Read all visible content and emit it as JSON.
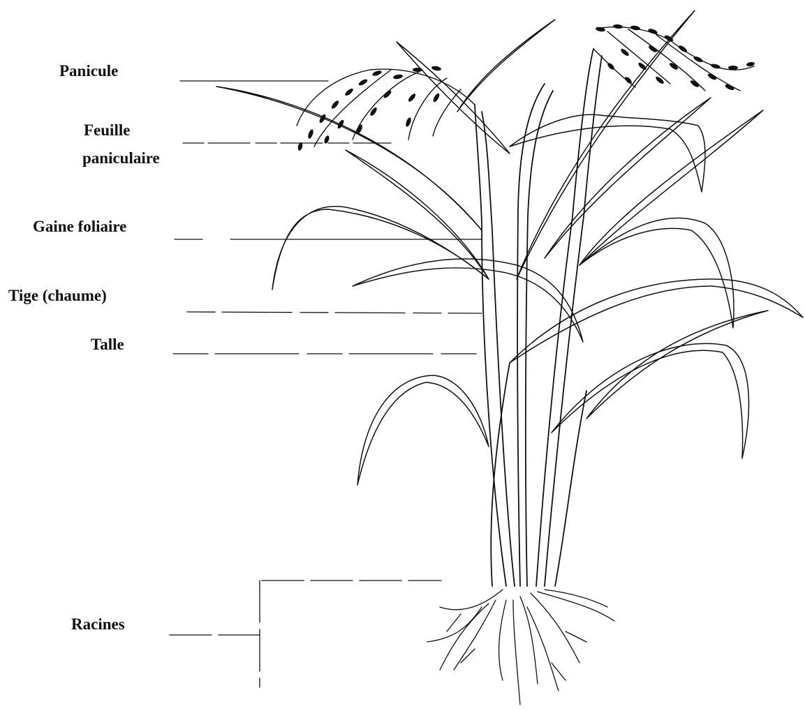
{
  "labels": {
    "panicule": "Panicule",
    "feuille_line1": "Feuille",
    "feuille_line2": "paniculaire",
    "gaine": "Gaine foliaire",
    "tige": "Tige (chaume)",
    "talle": "Talle",
    "racines": "Racines"
  },
  "colors": {
    "ink": "#111111",
    "background": "#ffffff"
  },
  "icons": [
    "rice-plant-illustration"
  ]
}
